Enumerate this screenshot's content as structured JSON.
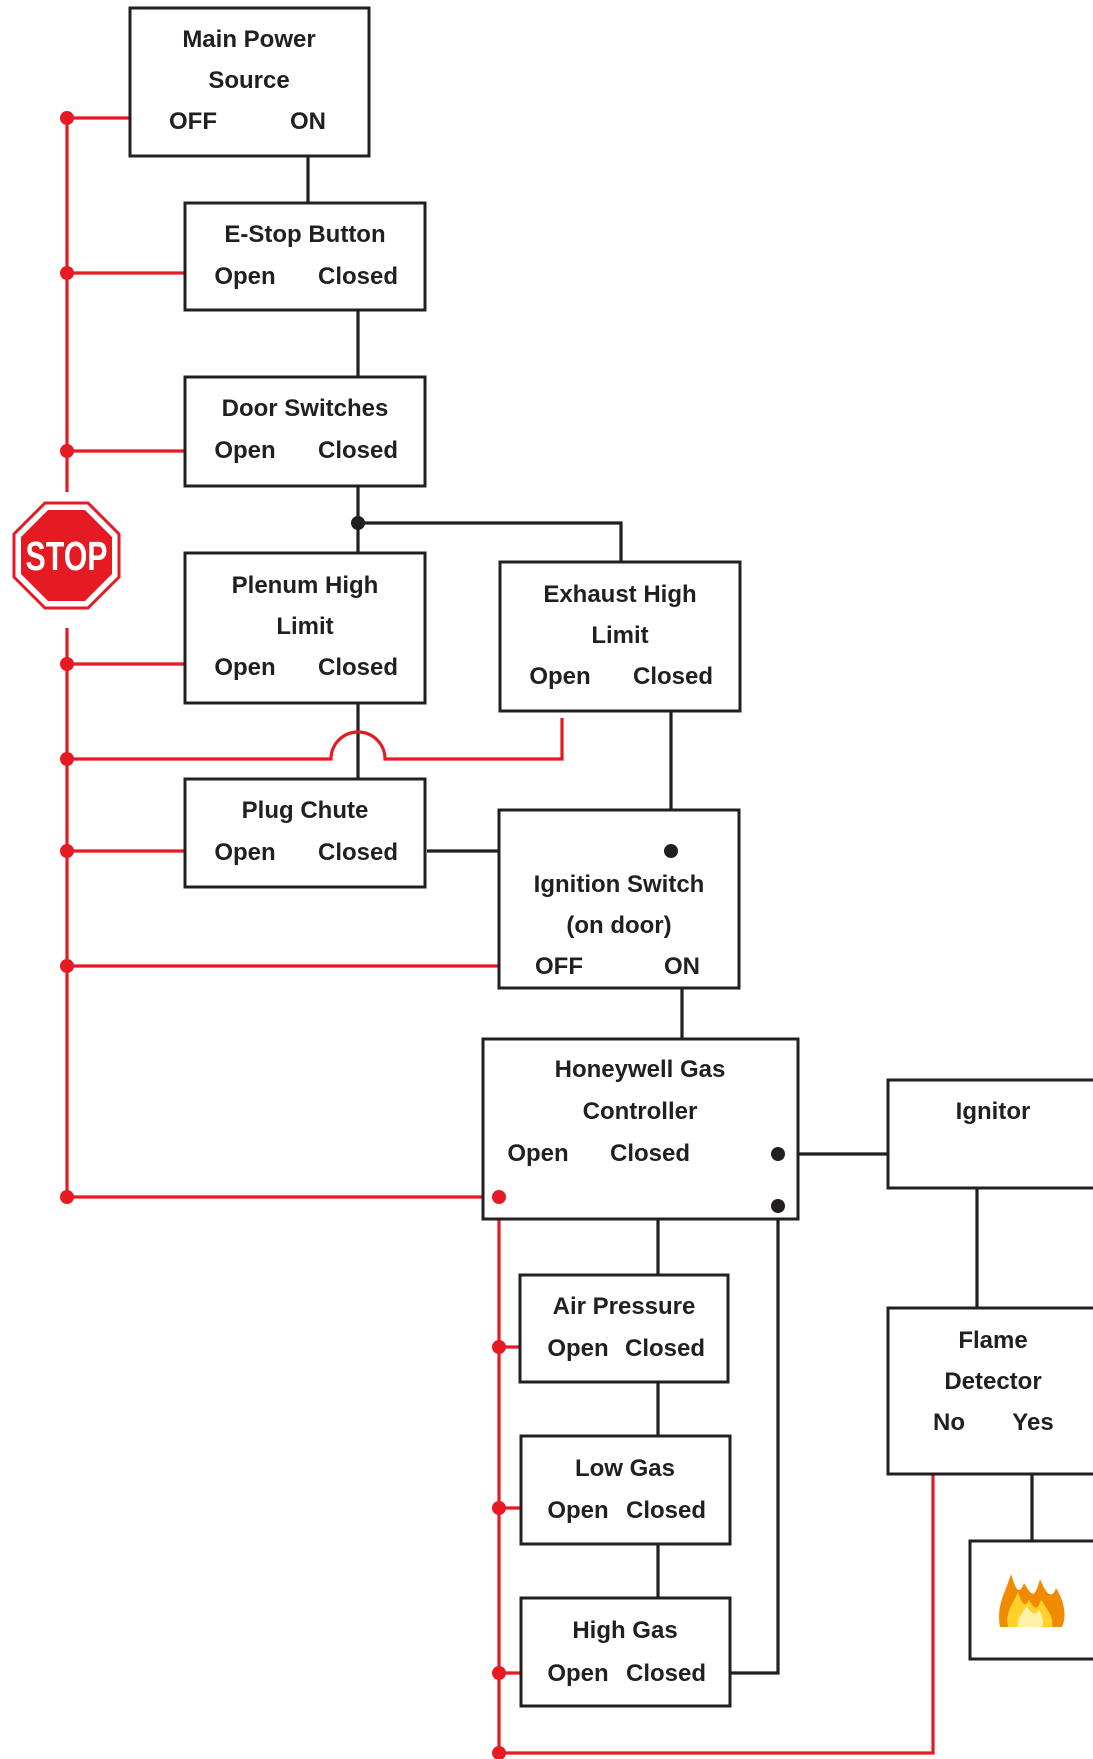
{
  "colors": {
    "box_line": "#231f20",
    "fault_line": "#e51a22",
    "stop_sign": "#e51a22",
    "flame": "#f5a000"
  },
  "icons": {
    "stop": "stop-sign-icon",
    "flame": "flame-icon"
  },
  "stop_sign": {
    "label": "STOP"
  },
  "boxes": {
    "main_power": {
      "line1": "Main Power",
      "line2": "Source",
      "left": "OFF",
      "right": "ON"
    },
    "estop": {
      "line1": "E-Stop Button",
      "left": "Open",
      "right": "Closed"
    },
    "door": {
      "line1": "Door Switches",
      "left": "Open",
      "right": "Closed"
    },
    "plenum": {
      "line1": "Plenum High",
      "line2": "Limit",
      "left": "Open",
      "right": "Closed"
    },
    "exhaust": {
      "line1": "Exhaust High",
      "line2": "Limit",
      "left": "Open",
      "right": "Closed"
    },
    "plug": {
      "line1": "Plug Chute",
      "left": "Open",
      "right": "Closed"
    },
    "ignition": {
      "line1": "Ignition Switch",
      "line2": "(on door)",
      "left": "OFF",
      "right": "ON"
    },
    "honeywell": {
      "line1": "Honeywell Gas",
      "line2": "Controller",
      "left": "Open",
      "right": "Closed"
    },
    "ignitor": {
      "line1": "Ignitor"
    },
    "air": {
      "line1": "Air Pressure",
      "left": "Open",
      "right": "Closed"
    },
    "lowgas": {
      "line1": "Low Gas",
      "left": "Open",
      "right": "Closed"
    },
    "highgas": {
      "line1": "High Gas",
      "left": "Open",
      "right": "Closed"
    },
    "flame": {
      "line1": "Flame",
      "line2": "Detector",
      "left": "No",
      "right": "Yes"
    }
  }
}
